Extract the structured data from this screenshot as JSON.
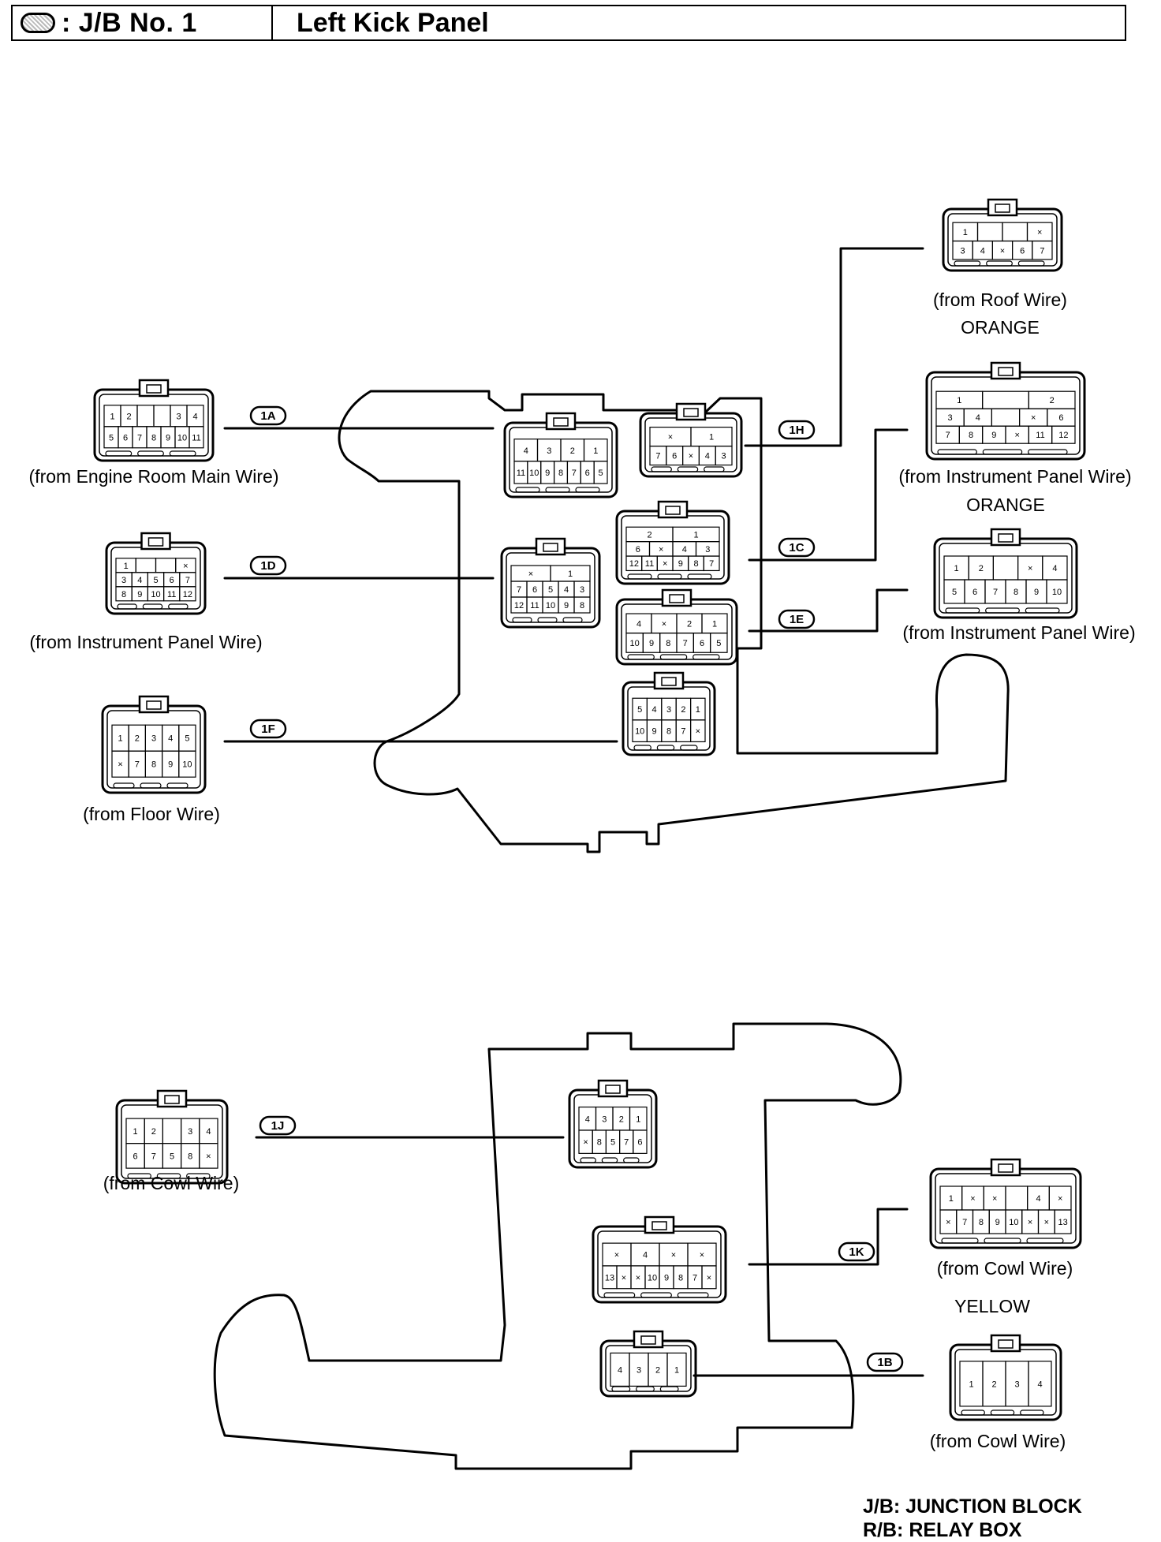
{
  "header": {
    "code": ": J/B No. 1",
    "title": "Left Kick Panel",
    "icon": "connector-oval-icon"
  },
  "connectors": {
    "1A": {
      "tag": "1A",
      "label": "(from Engine Room Main Wire)",
      "rows": [
        [
          "1",
          "2",
          "",
          "",
          "3",
          "4"
        ],
        [
          "5",
          "6",
          "7",
          "8",
          "9",
          "10",
          "11"
        ]
      ]
    },
    "1D": {
      "tag": "1D",
      "label": "(from Instrument Panel Wire)",
      "rows": [
        [
          "1",
          "",
          "",
          "×"
        ],
        [
          "3",
          "4",
          "5",
          "6",
          "7"
        ],
        [
          "8",
          "9",
          "10",
          "11",
          "12"
        ]
      ]
    },
    "1F": {
      "tag": "1F",
      "label": "(from Floor Wire)",
      "rows": [
        [
          "1",
          "2",
          "3",
          "4",
          "5"
        ],
        [
          "×",
          "7",
          "8",
          "9",
          "10"
        ]
      ]
    },
    "1H": {
      "tag": "1H",
      "label": "(from Roof Wire)",
      "rows": [
        [
          "1",
          "",
          "",
          "×"
        ],
        [
          "3",
          "4",
          "×",
          "6",
          "7"
        ]
      ]
    },
    "1C": {
      "tag": "1C",
      "label": "(from Instrument Panel Wire)",
      "color": "ORANGE",
      "rows": [
        [
          "1",
          "",
          "2"
        ],
        [
          "3",
          "4",
          "",
          "×",
          "6"
        ],
        [
          "7",
          "8",
          "9",
          "×",
          "11",
          "12"
        ]
      ]
    },
    "1E": {
      "tag": "1E",
      "label": "(from Instrument Panel Wire)",
      "color": "ORANGE",
      "rows": [
        [
          "1",
          "2",
          "",
          "×",
          "4"
        ],
        [
          "5",
          "6",
          "7",
          "8",
          "9",
          "10"
        ]
      ]
    },
    "1J": {
      "tag": "1J",
      "label": "(from Cowl Wire)",
      "rows": [
        [
          "1",
          "2",
          "",
          "3",
          "4"
        ],
        [
          "6",
          "7",
          "5",
          "8",
          "×"
        ]
      ]
    },
    "1K": {
      "tag": "1K",
      "label": "(from Cowl Wire)",
      "rows": [
        [
          "1",
          "×",
          "×",
          "",
          "4",
          "×"
        ],
        [
          "×",
          "7",
          "8",
          "9",
          "10",
          "×",
          "×",
          "13"
        ]
      ]
    },
    "1B": {
      "tag": "1B",
      "label": "(from Cowl Wire)",
      "color": "YELLOW",
      "rows": [
        [
          "1",
          "2",
          "3",
          "4"
        ]
      ]
    }
  },
  "jb_pins": {
    "1A": [
      [
        "4",
        "3",
        "2",
        "1"
      ],
      [
        "11",
        "10",
        "9",
        "8",
        "7",
        "6",
        "5"
      ]
    ],
    "1H": [
      [
        "×",
        "1"
      ],
      [
        "7",
        "6",
        "×",
        "4",
        "3"
      ]
    ],
    "1D": [
      [
        "×",
        "1"
      ],
      [
        "7",
        "6",
        "5",
        "4",
        "3"
      ],
      [
        "12",
        "11",
        "10",
        "9",
        "8"
      ]
    ],
    "1C": [
      [
        "2",
        "1"
      ],
      [
        "6",
        "×",
        "4",
        "3"
      ],
      [
        "12",
        "11",
        "×",
        "9",
        "8",
        "7"
      ]
    ],
    "1E": [
      [
        "4",
        "×",
        "2",
        "1"
      ],
      [
        "10",
        "9",
        "8",
        "7",
        "6",
        "5"
      ]
    ],
    "1F": [
      [
        "5",
        "4",
        "3",
        "2",
        "1"
      ],
      [
        "10",
        "9",
        "8",
        "7",
        "×"
      ]
    ],
    "1J": [
      [
        "4",
        "3",
        "2",
        "1"
      ],
      [
        "×",
        "8",
        "5",
        "7",
        "6"
      ]
    ],
    "1K": [
      [
        "×",
        "4",
        "×",
        "×"
      ],
      [
        "13",
        "×",
        "×",
        "10",
        "9",
        "8",
        "7",
        "×"
      ]
    ],
    "1B": [
      [
        "4",
        "3",
        "2",
        "1"
      ]
    ]
  },
  "legend": {
    "jb": "J/B: JUNCTION BLOCK",
    "rb": "R/B: RELAY BOX"
  }
}
